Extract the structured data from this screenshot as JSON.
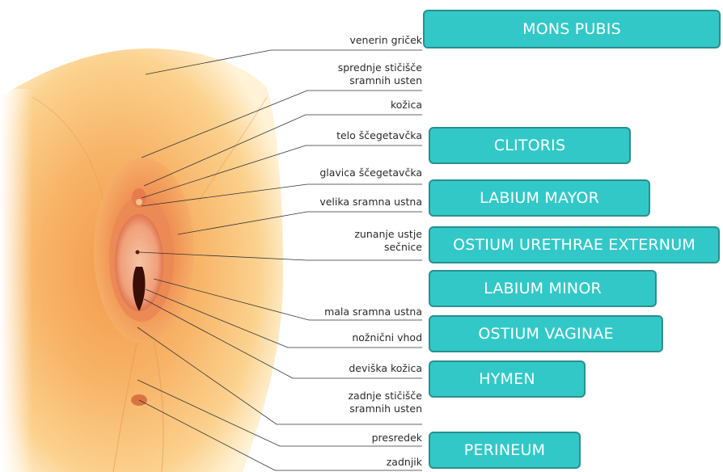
{
  "slovene_labels": {
    "venerin_gricek": "venerin griček",
    "spredne_sticisce_1": "sprednje stičišče",
    "spredne_sticisce_2": "sramnih usten",
    "kozica": "kožica",
    "telo": "telo ščegetavčka",
    "glavica": "glavica ščegetavčka",
    "velika": "velika sramna ustna",
    "zunanje_1": "zunanje ustje",
    "zunanje_2": "sečnice",
    "mala": "mala sramna ustna",
    "noznicni": "nožnični vhod",
    "deviska": "deviška kožica",
    "zadnje_1": "zadnje stičišče",
    "zadnje_2": "sramnih usten",
    "presredek": "presredek",
    "zadnjik": "zadnjik"
  },
  "latin_boxes": {
    "mons_pubis": "MONS PUBIS",
    "clitoris": "CLITORIS",
    "labium_mayor": "LABIUM MAYOR",
    "ostium_urethrae": "OSTIUM URETHRAE EXTERNUM",
    "labium_minor": "LABIUM MINOR",
    "ostium_vaginae": "OSTIUM VAGINAE",
    "hymen": "HYMEN",
    "perineum": "PERINEUM"
  },
  "colors": {
    "box_fill": "#33c8c8",
    "box_border": "#2a8f8f",
    "skin": "#f6b66a",
    "leader_line": "#333333"
  }
}
